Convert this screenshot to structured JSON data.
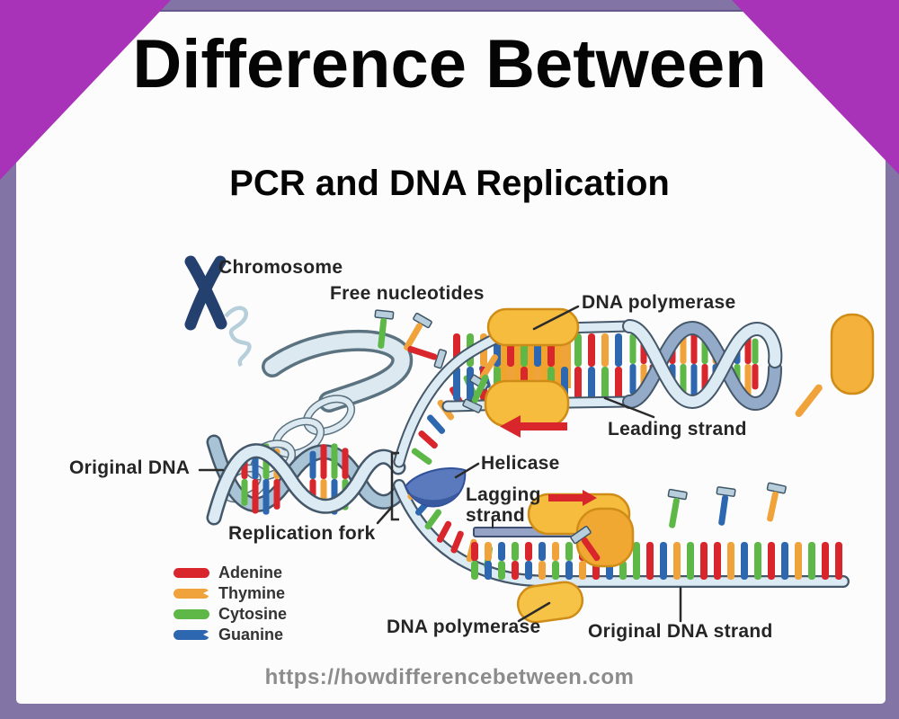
{
  "header": {
    "title": "Difference Between",
    "subtitle": "PCR and DNA Replication"
  },
  "footer": {
    "url": "https://howdifferencebetween.com"
  },
  "theme": {
    "frame": "#8274a4",
    "corner_accent": "#a832b8",
    "canvas": "#fdfcfd",
    "title_color": "#050505",
    "url_color": "#8c8c8c"
  },
  "diagram": {
    "labels": {
      "chromosome": "Chromosome",
      "free_nucleotides": "Free nucleotides",
      "dna_polymerase_top": "DNA polymerase",
      "leading_strand": "Leading strand",
      "helicase": "Helicase",
      "lagging_strand": "Lagging strand",
      "original_dna": "Original DNA",
      "replication_fork": "Replication fork",
      "dna_polymerase_bottom": "DNA polymerase",
      "original_dna_strand": "Original DNA strand"
    },
    "legend": [
      {
        "name": "Adenine",
        "color": "#d8262c"
      },
      {
        "name": "Thymine",
        "color": "#f0a33a"
      },
      {
        "name": "Cytosine",
        "color": "#5eb848"
      },
      {
        "name": "Guanine",
        "color": "#2d67b0"
      }
    ]
  }
}
